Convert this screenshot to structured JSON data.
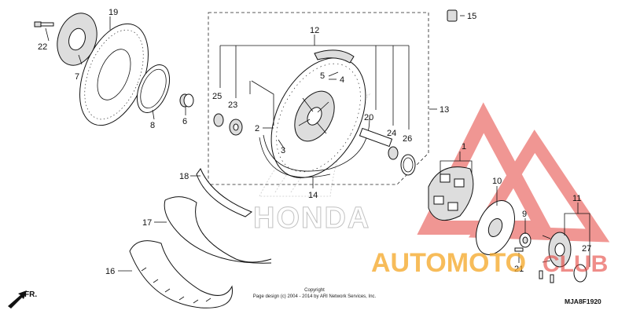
{
  "diagram": {
    "part_labels": [
      {
        "id": "p1",
        "text": "1"
      },
      {
        "id": "p2",
        "text": "2"
      },
      {
        "id": "p3",
        "text": "3"
      },
      {
        "id": "p4",
        "text": "4"
      },
      {
        "id": "p5",
        "text": "5"
      },
      {
        "id": "p6",
        "text": "6"
      },
      {
        "id": "p7",
        "text": "7"
      },
      {
        "id": "p8",
        "text": "8"
      },
      {
        "id": "p9",
        "text": "9"
      },
      {
        "id": "p10",
        "text": "10"
      },
      {
        "id": "p11",
        "text": "11"
      },
      {
        "id": "p12",
        "text": "12"
      },
      {
        "id": "p13",
        "text": "13"
      },
      {
        "id": "p14",
        "text": "14"
      },
      {
        "id": "p15",
        "text": "15"
      },
      {
        "id": "p16",
        "text": "16"
      },
      {
        "id": "p17",
        "text": "17"
      },
      {
        "id": "p18",
        "text": "18"
      },
      {
        "id": "p19",
        "text": "19"
      },
      {
        "id": "p20",
        "text": "20"
      },
      {
        "id": "p21",
        "text": "21"
      },
      {
        "id": "p22",
        "text": "22"
      },
      {
        "id": "p23",
        "text": "23"
      },
      {
        "id": "p24",
        "text": "24"
      },
      {
        "id": "p25",
        "text": "25"
      },
      {
        "id": "p26",
        "text": "26"
      },
      {
        "id": "p27",
        "text": "27"
      }
    ],
    "brand_mark": "HONDA",
    "direction_marker": "FR.",
    "copyright_line1": "Copyright",
    "copyright_line2": "Page design (c) 2004 - 2014 by ARI Network Services, Inc.",
    "diagram_code": "MJA8F1920"
  },
  "watermark": {
    "text_a": "AUTOMOTO",
    "text_b": "CLUB",
    "color_red": "#e5413b",
    "color_orange": "#f4a623"
  }
}
